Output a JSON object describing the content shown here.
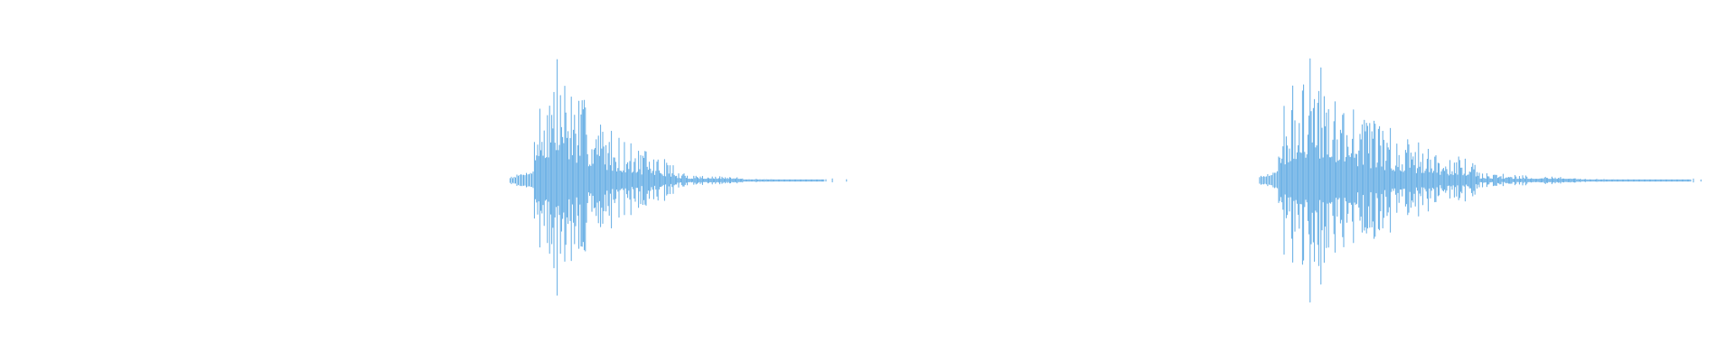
{
  "waveform": {
    "color": "#62ACE4",
    "background": "#FFFFFF",
    "bursts": [
      {
        "name": "first-transient",
        "start": 0.294,
        "attack": 0.308,
        "end": 0.475,
        "peak": 0.98
      },
      {
        "name": "second-transient",
        "start": 0.726,
        "attack": 0.737,
        "end": 0.975,
        "peak": 1.0
      }
    ]
  }
}
